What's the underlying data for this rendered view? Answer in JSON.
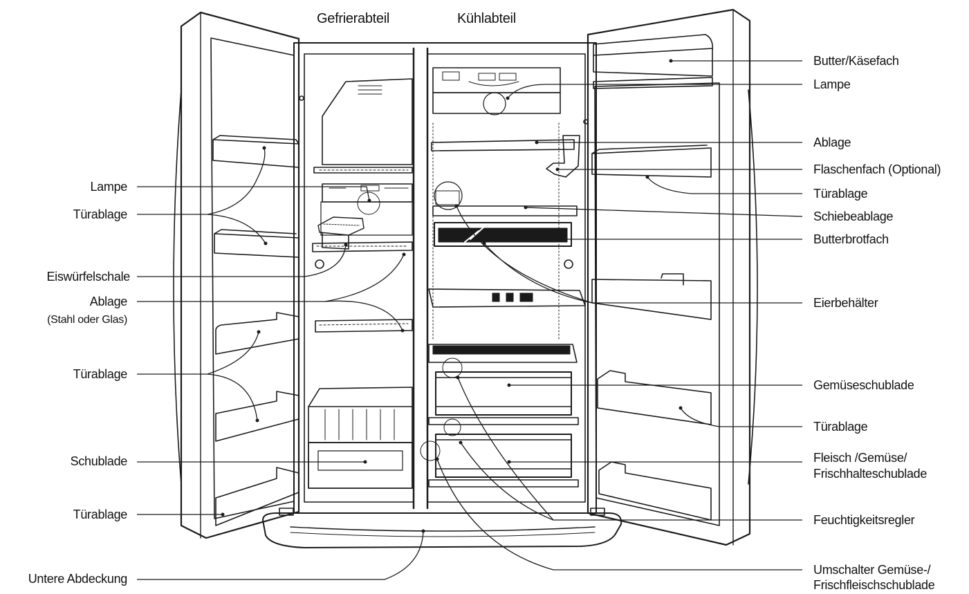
{
  "headers": {
    "freezer": "Gefrierabteil",
    "fridge": "Kühlabteil"
  },
  "left_labels": {
    "lamp": "Lampe",
    "door_shelf_1": "Türablage",
    "ice_tray": "Eiswürfelschale",
    "shelf": "Ablage",
    "shelf_material": "(Stahl oder Glas)",
    "door_shelf_2": "Türablage",
    "drawer": "Schublade",
    "door_shelf_3": "Türablage",
    "bottom_cover": "Untere Abdeckung"
  },
  "right_labels": {
    "butter_cheese": "Butter/Käsefach",
    "lamp": "Lampe",
    "shelf": "Ablage",
    "bottle_rack": "Flaschenfach (Optional)",
    "door_shelf_1": "Türablage",
    "sliding_shelf": "Schiebeablage",
    "sandwich_box": "Butterbrotfach",
    "egg_box": "Eierbehälter",
    "vegetable_drawer": "Gemüseschublade",
    "door_shelf_2": "Türablage",
    "meat_line1": "Fleisch /Gemüse/",
    "meat_line2": "Frischhalteschublade",
    "humidity": "Feuchtigkeitsregler",
    "switch_line1": "Umschalter Gemüse-/",
    "switch_line2": "Frischfleischschublade"
  }
}
